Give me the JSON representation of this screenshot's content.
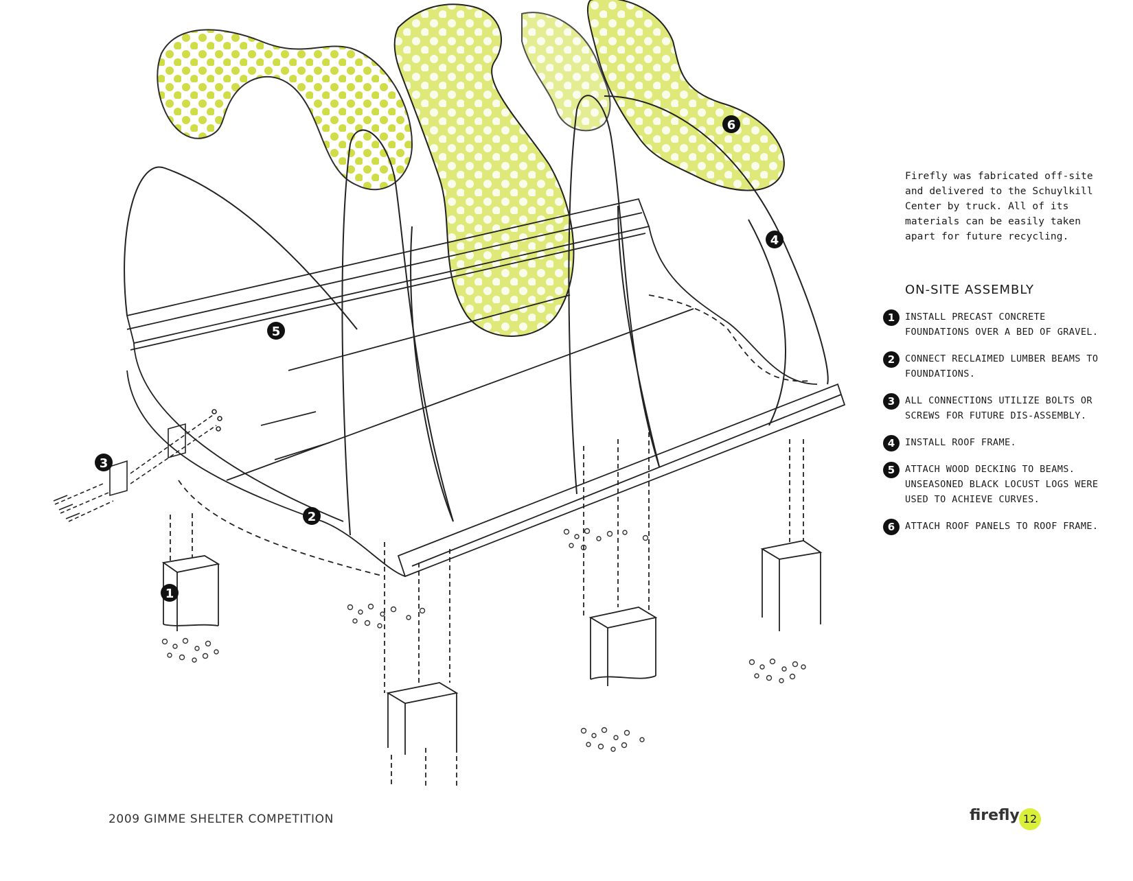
{
  "intro_text": "Firefly was fabricated off-site and delivered to the Schuylkill Center by truck.  All of its materials can be easily taken apart for future recycling.",
  "assembly": {
    "title": "ON-SITE ASSEMBLY",
    "steps": [
      {
        "num": "1",
        "text": "INSTALL PRECAST CONCRETE FOUNDATIONS OVER A BED OF GRAVEL."
      },
      {
        "num": "2",
        "text": "CONNECT RECLAIMED LUMBER BEAMS TO FOUNDATIONS."
      },
      {
        "num": "3",
        "text": "ALL CONNECTIONS UTILIZE BOLTS OR SCREWS FOR FUTURE DIS-ASSEMBLY."
      },
      {
        "num": "4",
        "text": "INSTALL ROOF FRAME."
      },
      {
        "num": "5",
        "text": "ATTACH WOOD DECKING TO BEAMS. UNSEASONED BLACK LOCUST LOGS WERE USED TO ACHIEVE CURVES."
      },
      {
        "num": "6",
        "text": "ATTACH ROOF PANELS TO ROOF FRAME."
      }
    ]
  },
  "diagram_callouts": [
    "1",
    "2",
    "3",
    "4",
    "5",
    "6"
  ],
  "footer": {
    "competition": "2009 GIMME SHELTER COMPETITION",
    "brand": "firefly",
    "page_number": "12"
  },
  "colors": {
    "panel_green": "#d4e04a",
    "ink": "#1a1a1a",
    "badge_green": "#d9ef3a"
  }
}
